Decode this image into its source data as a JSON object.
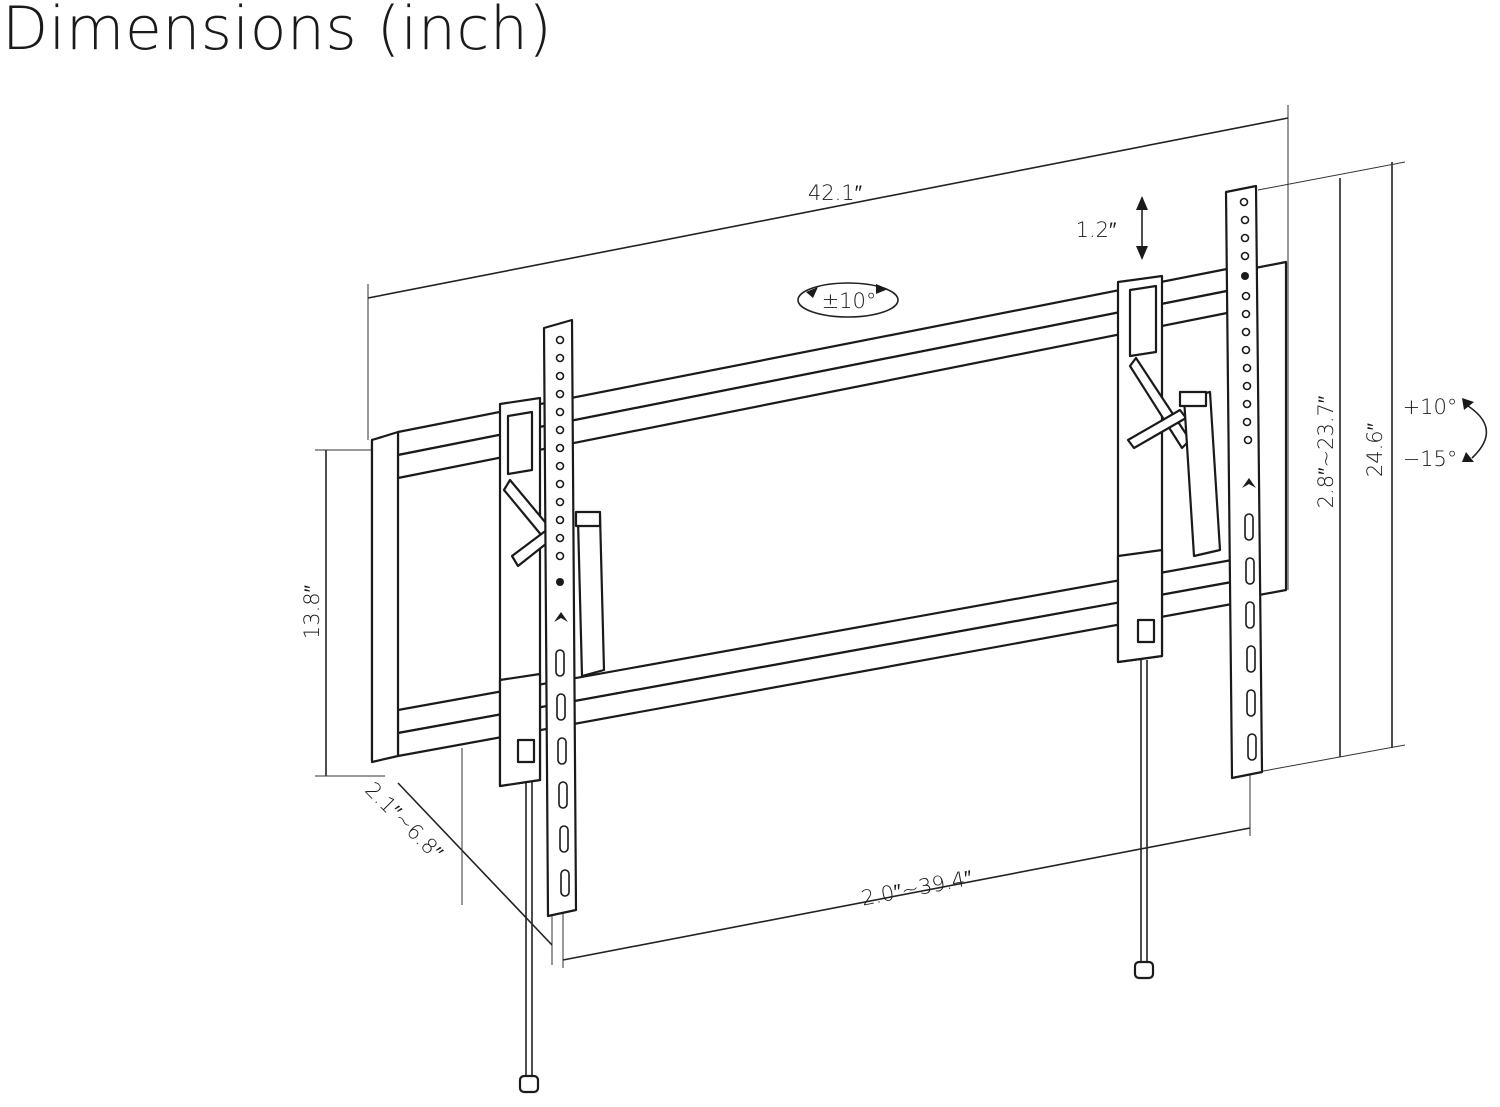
{
  "title": "Dimensions (inch)",
  "dimensions": {
    "plate_width": "42.1″",
    "arm_offset": "1.2″",
    "swivel": "±10°",
    "tilt_up": "+10°",
    "tilt_down": "−15°",
    "plate_height": "13.8″",
    "arm_height_range": "2.8″~23.7″",
    "arm_length": "24.6″",
    "wall_depth": "2.1″~6.8″",
    "arm_spacing": "2.0″~39.4″"
  }
}
